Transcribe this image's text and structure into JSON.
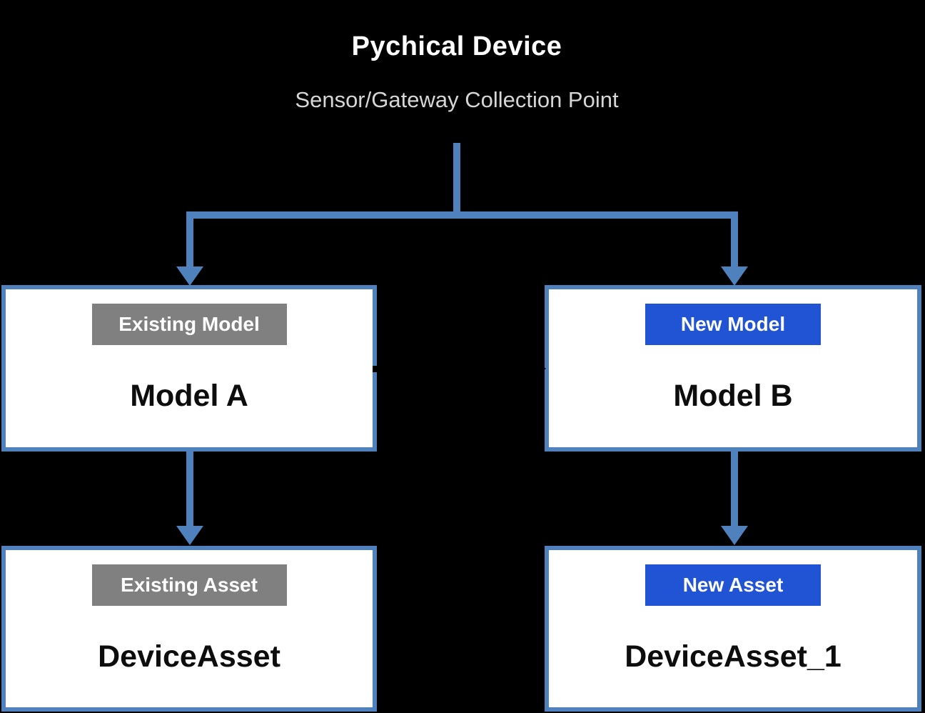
{
  "header": {
    "title": "Pychical Device",
    "subtitle": "Sensor/Gateway Collection Point"
  },
  "nodes": [
    {
      "id": "model-a",
      "badge": "Existing Model",
      "badge_style": "gray",
      "label": "Model A"
    },
    {
      "id": "model-b",
      "badge": "New Model",
      "badge_style": "blue",
      "label": "Model B"
    },
    {
      "id": "device-asset",
      "badge": "Existing Asset",
      "badge_style": "gray",
      "label": "DeviceAsset"
    },
    {
      "id": "device-asset-1",
      "badge": "New Asset",
      "badge_style": "blue",
      "label": "DeviceAsset_1"
    }
  ],
  "connectors": [
    {
      "from": "sensor-gateway-collection-point",
      "to": "model-a",
      "color": "#4F81BD",
      "arrow": "down"
    },
    {
      "from": "sensor-gateway-collection-point",
      "to": "model-b",
      "color": "#4F81BD",
      "arrow": "down"
    },
    {
      "from": "model-a",
      "to": "model-b",
      "color": "#000000",
      "arrow": "right"
    },
    {
      "from": "model-a",
      "to": "device-asset",
      "color": "#4F81BD",
      "arrow": "down"
    },
    {
      "from": "model-b",
      "to": "device-asset-1",
      "color": "#4F81BD",
      "arrow": "down"
    }
  ],
  "colors": {
    "background": "#000000",
    "connector_blue": "#4F81BD",
    "badge_blue": "#2154D4",
    "badge_gray": "#808080",
    "box_fill": "#FFFFFF",
    "box_border": "#4F81BD",
    "title_text": "#FFFFFF",
    "subtitle_text": "#D6D6D6",
    "label_text": "#0D0D0D"
  }
}
